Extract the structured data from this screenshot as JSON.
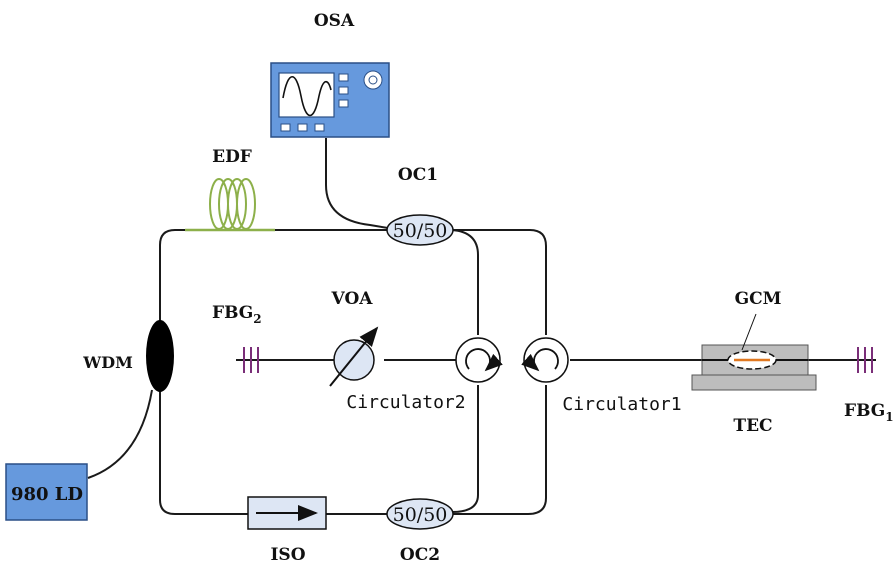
{
  "labels": {
    "osa": "OSA",
    "edf": "EDF",
    "oc1": "OC1",
    "oc2": "OC2",
    "coupler1_ratio": "50/50",
    "coupler2_ratio": "50/50",
    "fbg2_main": "FBG",
    "fbg2_sub": "2",
    "fbg1_main": "FBG",
    "fbg1_sub": "1",
    "voa": "VOA",
    "wdm": "WDM",
    "gcm": "GCM",
    "tec": "TEC",
    "circulator1": "Circulator1",
    "circulator2": "Circulator2",
    "iso": "ISO",
    "ld": "980 LD"
  },
  "colors": {
    "box_fill": "#6699dd",
    "box_stroke": "#2a4f86",
    "coupler_fill": "#dde6f4",
    "edf_green": "#8db04a",
    "fbg_purple": "#7a2e78",
    "iso_fill": "#dde6f4",
    "tec_fill": "#bdbdbd",
    "gcm_core": "#e07820"
  },
  "icons": {
    "osa": "spectrum-analyzer-icon",
    "edf": "fiber-coil-icon",
    "voa": "variable-attenuator-icon",
    "circulator": "circulator-icon",
    "iso": "isolator-icon",
    "fbg": "fiber-bragg-grating-icon"
  }
}
